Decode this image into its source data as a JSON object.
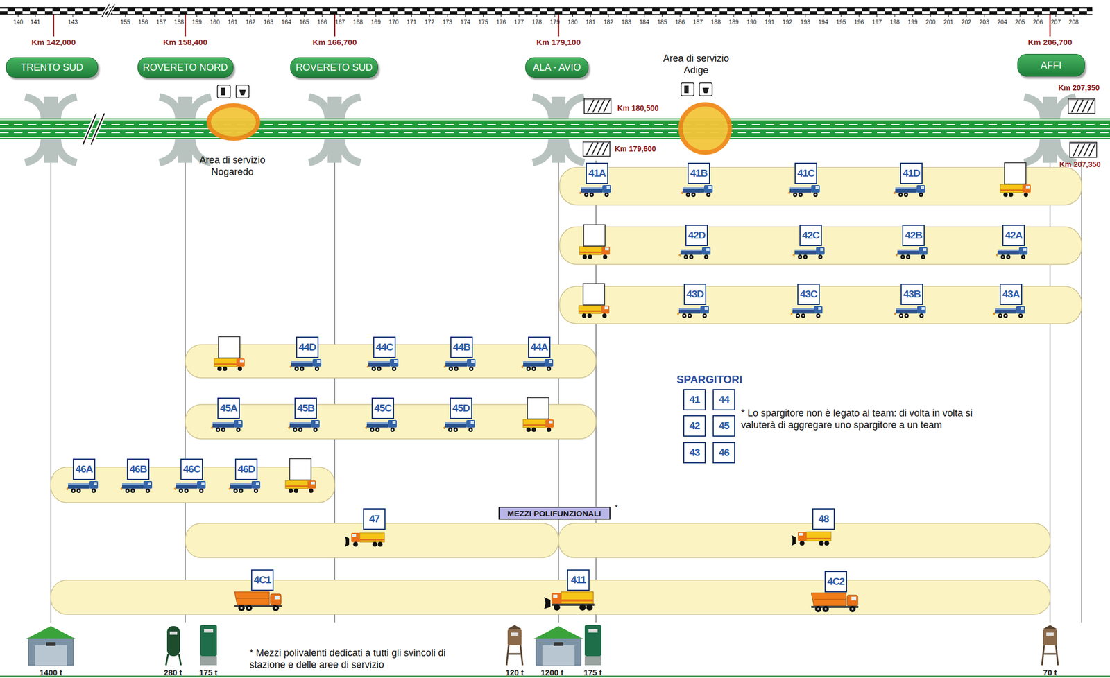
{
  "diagram": {
    "nodes": [
      {
        "text": [
          "TRENTO SUD"
        ]
      },
      {
        "text": [
          "ROVERETO NORD"
        ]
      },
      {
        "text": [
          "ROVERETO SUD"
        ]
      },
      {
        "text": [
          "ALA - AVIO"
        ]
      },
      {
        "text": [
          "AFFI"
        ]
      },
      {
        "text": [
          "41A"
        ]
      },
      {
        "text": [
          "41B"
        ]
      },
      {
        "text": [
          "41C"
        ]
      },
      {
        "text": [
          "41D"
        ]
      },
      {
        "text": [
          "42D"
        ]
      },
      {
        "text": [
          "42C"
        ]
      },
      {
        "text": [
          "42B"
        ]
      },
      {
        "text": [
          "42A"
        ]
      },
      {
        "text": [
          "43D"
        ]
      },
      {
        "text": [
          "43C"
        ]
      },
      {
        "text": [
          "43B"
        ]
      },
      {
        "text": [
          "43A"
        ]
      },
      {
        "text": [
          "44D"
        ]
      },
      {
        "text": [
          "44C"
        ]
      },
      {
        "text": [
          "44B"
        ]
      },
      {
        "text": [
          "44A"
        ]
      },
      {
        "text": [
          "45A"
        ]
      },
      {
        "text": [
          "45B"
        ]
      },
      {
        "text": [
          "45C"
        ]
      },
      {
        "text": [
          "45D"
        ]
      },
      {
        "text": [
          "46A"
        ]
      },
      {
        "text": [
          "46B"
        ]
      },
      {
        "text": [
          "46C"
        ]
      },
      {
        "text": [
          "46D"
        ]
      },
      {
        "text": [
          "MEZZI POLIFUNZIONALI"
        ]
      },
      {
        "text": [
          "47"
        ]
      },
      {
        "text": [
          "48"
        ]
      },
      {
        "text": [
          "4C1"
        ]
      },
      {
        "text": [
          "411"
        ]
      },
      {
        "text": [
          "4C2"
        ]
      },
      {
        "text": [
          "41"
        ]
      },
      {
        "text": [
          "44"
        ]
      },
      {
        "text": [
          "42"
        ]
      },
      {
        "text": [
          "45"
        ]
      },
      {
        "text": [
          "43"
        ]
      },
      {
        "text": [
          "46"
        ]
      }
    ],
    "labels": [
      "140",
      "141",
      "143",
      "155",
      "156",
      "157",
      "158",
      "159",
      "160",
      "161",
      "162",
      "163",
      "164",
      "165",
      "166",
      "167",
      "168",
      "169",
      "170",
      "171",
      "172",
      "173",
      "174",
      "175",
      "176",
      "177",
      "178",
      "179",
      "180",
      "181",
      "182",
      "183",
      "184",
      "185",
      "186",
      "187",
      "188",
      "189",
      "190",
      "191",
      "192",
      "193",
      "194",
      "195",
      "196",
      "197",
      "198",
      "199",
      "200",
      "201",
      "202",
      "203",
      "204",
      "205",
      "206",
      "207",
      "208",
      "Km 142,000",
      "Km 158,400",
      "Km 166,700",
      "Km 179,100",
      "Km 206,700",
      "Area di servizio Adige",
      "Km 207,350",
      "Km 180,500",
      "Km 179,600",
      "Km 207,350",
      "Area di servizio Nogaredo",
      "SPARGITORI",
      "*",
      "* Lo spargitore non è legato al team: di volta in volta si valuterà di aggregare uno spargitore a un team",
      "* Mezzi polivalenti dedicati a tutti gli svincoli di stazione e delle aree di servizio",
      "1400 t",
      "280 t",
      "175 t",
      "120 t",
      "1200 t",
      "175 t",
      "70 t"
    ]
  }
}
